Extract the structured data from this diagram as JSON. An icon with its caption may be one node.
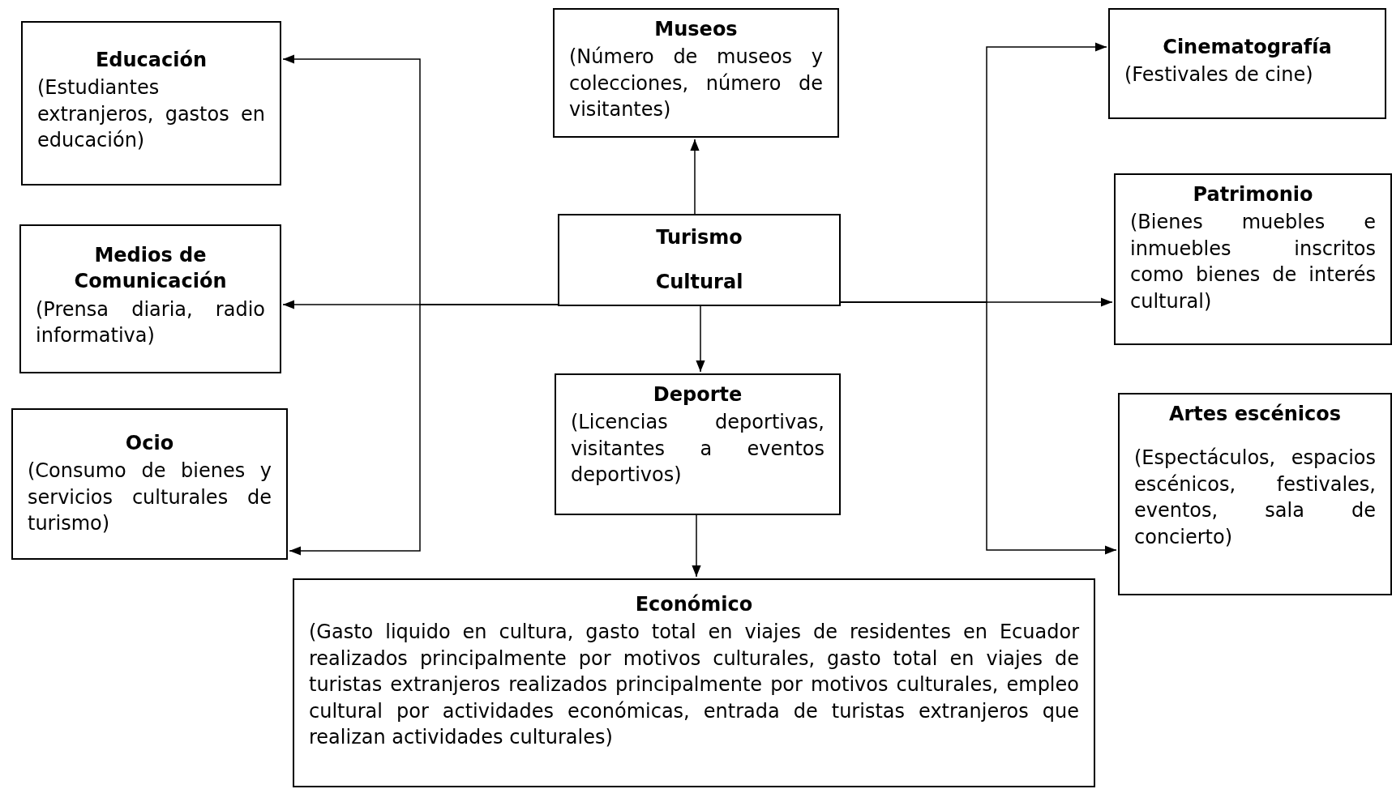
{
  "diagram": {
    "nodes": [
      {
        "text": [
          "Turismo Cultural"
        ]
      },
      {
        "text": [
          "Educación",
          "(Estudiantes extranjeros, gastos en educación)"
        ]
      },
      {
        "text": [
          "Medios de Comunicación",
          "(Prensa diaria, radio informativa)"
        ]
      },
      {
        "text": [
          "Ocio",
          "(Consumo de bienes y servicios culturales de turismo)"
        ]
      },
      {
        "text": [
          "Museos",
          "(Número de museos y colecciones, número de visitantes)"
        ]
      },
      {
        "text": [
          "Deporte",
          "(Licencias deportivas, visitantes a eventos deportivos)"
        ]
      },
      {
        "text": [
          "Económico",
          "(Gasto liquido en cultura, gasto total en viajes de residentes en Ecuador realizados principalmente por motivos culturales, gasto total en viajes de turistas extranjeros realizados principalmente por motivos culturales, empleo cultural por actividades económicas, entrada de turistas extranjeros que realizan actividades culturales)"
        ]
      },
      {
        "text": [
          "Cinematografía",
          "(Festivales de cine)"
        ]
      },
      {
        "text": [
          "Patrimonio",
          "(Bienes muebles e inmuebles inscritos como bienes de interés cultural)"
        ]
      },
      {
        "text": [
          "Artes escénicos",
          "(Espectáculos, espacios escénicos, festivales, eventos, sala de concierto)"
        ]
      }
    ],
    "edges": [
      {
        "from": 0,
        "to": 4,
        "arrow": "to"
      },
      {
        "from": 0,
        "to": 5,
        "arrow": "to"
      },
      {
        "from": 5,
        "to": 6,
        "arrow": "to"
      },
      {
        "from": 0,
        "to": 1,
        "arrow": "to"
      },
      {
        "from": 0,
        "to": 2,
        "arrow": "to"
      },
      {
        "from": 0,
        "to": 3,
        "arrow": "to"
      },
      {
        "from": 0,
        "to": 7,
        "arrow": "to"
      },
      {
        "from": 0,
        "to": 8,
        "arrow": "to"
      },
      {
        "from": 0,
        "to": 9,
        "arrow": "to"
      }
    ]
  }
}
